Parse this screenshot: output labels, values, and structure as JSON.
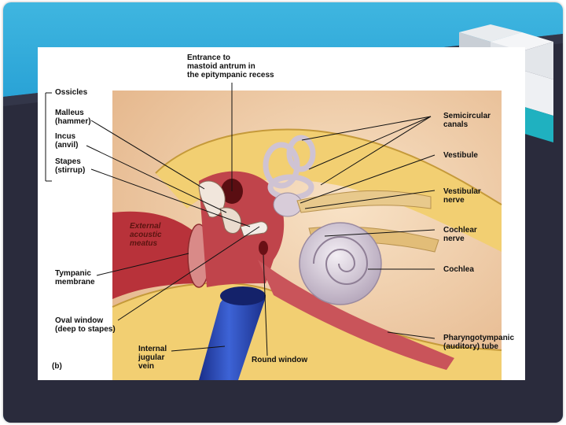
{
  "figure": {
    "panel_label": "(b)",
    "labels": {
      "entrance": "Entrance to\nmastoid antrum in\nthe epitympanic recess",
      "ossicles": "Ossicles",
      "malleus": "Malleus\n(hammer)",
      "incus": "Incus\n(anvil)",
      "stapes": "Stapes\n(stirrup)",
      "external_meatus": "External\nacoustic\nmeatus",
      "tympanic": "Tympanic\nmembrane",
      "oval_window": "Oval window\n(deep to stapes)",
      "jugular": "Internal\njugular\nvein",
      "round_window": "Round window",
      "semicircular": "Semicircular\ncanals",
      "vestibule": "Vestibule",
      "vestibular_nerve": "Vestibular\nnerve",
      "cochlear_nerve": "Cochlear\nnerve",
      "cochlea": "Cochlea",
      "pharyngotympanic": "Pharyngotympanic\n(auditory) tube"
    }
  },
  "colors": {
    "slide_blue": "#2aa3d6",
    "slide_dark": "#2a2b3c",
    "bone_yellow": "#f2cf72",
    "cavity_red": "#b8323a",
    "vein_blue": "#2b49b8"
  }
}
